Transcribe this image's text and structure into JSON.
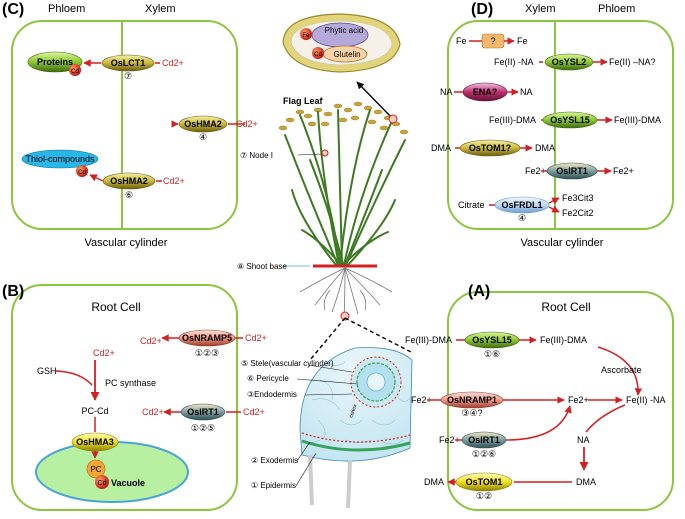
{
  "panels": {
    "C": {
      "label": "(C)",
      "phloem": "Phloem",
      "xylem": "Xylem",
      "proteins": "Proteins",
      "oslct1": "OsLCT1",
      "cd_oslct1": "Cd2+",
      "num_oslct1": "⑦",
      "oshma2_top": "OsHMA2",
      "cd_oshma2_top": "Cd2+",
      "num_oshma2_top": "④",
      "thiol": "Thiol-compounds",
      "oshma2_bottom": "OsHMA2",
      "cd_oshma2_bottom": "Cd2+",
      "num_oshma2_bottom": "⑥",
      "caption": "Vascular cylinder"
    },
    "D": {
      "label": "(D)",
      "xylem": "Xylem",
      "phloem": "Phloem",
      "fe_left": "Fe",
      "question": "?",
      "fe_right": "Fe",
      "fe2_na_left": "Fe(II) -NA",
      "osysl2": "OsYSL2",
      "fe2_na_right": "Fe(II) –NA?",
      "na_left": "NA",
      "ena": "ENA?",
      "na_right": "NA",
      "fe3_dma_left": "Fe(III)-DMA",
      "osysl15": "OsYSL15",
      "fe3_dma_right": "Fe(III)-DMA",
      "dma_left": "DMA",
      "ostom1": "OsTOM1?",
      "dma_right": "DMA",
      "fe2_left": "Fe2+",
      "osirt1": "OsIRT1",
      "fe2_right": "Fe2+",
      "citrate": "Citrate",
      "osfrdl1": "OsFRDL1",
      "num_osfrdl1": "④",
      "fe3cit3": "Fe3Cit3",
      "fe2cit2": "Fe2Cit2",
      "caption": "Vascular cylinder"
    },
    "B": {
      "label": "(B)",
      "title": "Root Cell",
      "cd_nramp_left": "Cd2+",
      "osnramp5": "OsNRAMP5",
      "cd_nramp_right": "Cd2+",
      "num_osnramp5": "①②③",
      "gsh": "GSH",
      "cd_gsh": "Cd2+",
      "pc_synthase": "PC synthase",
      "pc_cd": "PC-Cd",
      "cd_irt_left": "Cd2+",
      "osirt1": "OsIRT1",
      "cd_irt_right": "Cd2+",
      "num_osirt1": "①②⑤",
      "oshma3": "OsHMA3",
      "pc": "PC",
      "cd": "Cd",
      "vacuole": "Vacuole"
    },
    "A": {
      "label": "(A)",
      "title": "Root Cell",
      "fe3_dma_left": "Fe(III)-DMA",
      "osysl15": "OsYSL15",
      "num_osysl15": "①⑥",
      "fe3_dma_right": "Fe(III)-DMA",
      "ascorbate": "Ascorbate",
      "fe2_left": "Fe2+",
      "osnramp1": "OsNRAMP1",
      "num_osnramp1": "③④?",
      "fe2_center": "Fe2+",
      "fe2_na": "Fe(II) -NA",
      "fe2_irt": "Fe2+",
      "osirt1": "OsIRT1",
      "num_osirt1": "①②⑥",
      "na": "NA",
      "dma_left": "DMA",
      "ostom1": "OsTOM1",
      "num_ostom1": "①②",
      "dma_right": "DMA"
    }
  },
  "center": {
    "seed_fe": "Fe",
    "seed_cd": "Cd",
    "phytic_acid": "Phytic acid",
    "glutelin": "Glutelin",
    "flag_leaf": "Flag Leaf",
    "node_i": "⑦ Node I",
    "shoot_base": "⑧ Shoot base",
    "stele": "⑤ Stele(vascular cylinder)",
    "pericycle": "⑥ Pericycle",
    "endodermis": "③Endodermis",
    "exodermis": "② Exodermis",
    "epidermis": "① Epidermis",
    "cortex": "cortex"
  },
  "colors": {
    "panel_border": "#8cc63f",
    "arrow_red": "#d42020",
    "vacuole": "#b7f0a0"
  }
}
